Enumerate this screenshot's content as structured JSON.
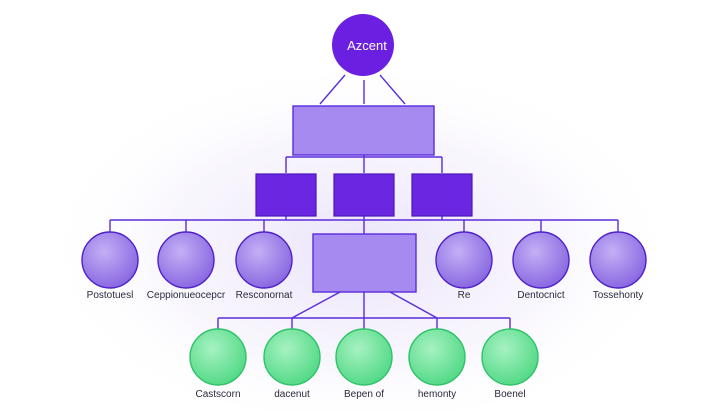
{
  "diagram": {
    "root": {
      "label": "Azcent",
      "color": "#6b1fe0"
    },
    "purple_labels": [
      "Postotuesl",
      "Ceppionueocepcr",
      "Resconornat",
      "Re",
      "Dentocnict",
      "Tossehonty"
    ],
    "green_labels": [
      "Castscorn",
      "dacenut",
      "Bepen of",
      "hemonty",
      "Boenel"
    ],
    "colors": {
      "line": "#5a2ddb",
      "rect_light": "#a68af0",
      "rect_dark": "#6a26e0",
      "circle_purple": "#9a7ce8",
      "circle_green": "#6fe39a",
      "green_stroke": "#2fc26a"
    }
  }
}
